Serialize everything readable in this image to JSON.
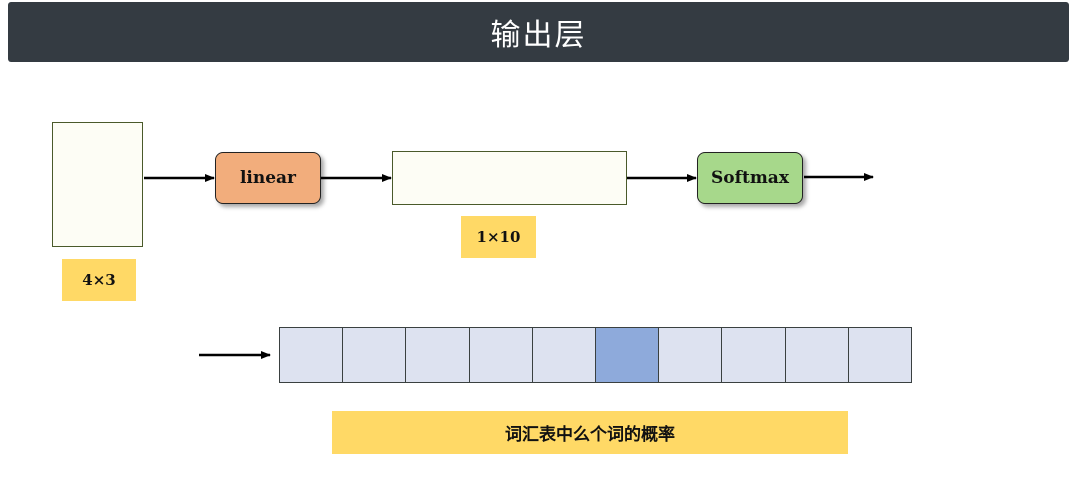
{
  "title": "输出层",
  "nodes": {
    "linear": "linear",
    "softmax": "Softmax"
  },
  "sizes": {
    "input": "4×3",
    "output": "1×10"
  },
  "probabilities": {
    "cell_count": 10,
    "highlighted_index": 5,
    "caption": "词汇表中么个词的概率"
  },
  "colors": {
    "title_bar": "#343b42",
    "linear_node": "#f2ad7c",
    "softmax_node": "#a7d88b",
    "label_bg": "#ffd966",
    "cell": "#dde2f0",
    "cell_highlight": "#8eaadb"
  }
}
